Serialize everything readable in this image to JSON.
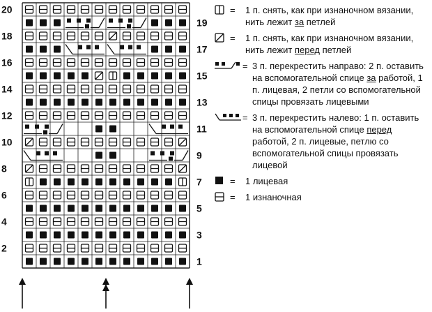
{
  "chart_data": {
    "type": "knitting-chart",
    "columns": 12,
    "rows_count": 20,
    "left_row_numbers": [
      "20",
      "18",
      "16",
      "14",
      "12",
      "10",
      "8",
      "6",
      "4",
      "2"
    ],
    "right_row_numbers": [
      "19",
      "17",
      "15",
      "13",
      "11",
      "9",
      "7",
      "5",
      "3",
      "1"
    ],
    "rows_top_to_bottom": [
      "PPPPPPPPPPPP",
      "KKKCCCCCCKKK",
      "PPPPPPSPPPPP",
      "KKKCCCCCCKKK",
      "PPPPPPPPPPPP",
      "KKKKKSIKKKKK",
      "PPPPPPPPPPPP",
      "KKKKKKKKKKKK",
      "PPPPPPPPPPPP",
      "DDDDDKKDDDDD",
      "SPPPPPPPPPPS",
      "EEEEEKKEEEEE",
      "SPPPPPPPPPPS",
      "IKKKKKKKKKKI",
      "PPPPPPPPPPPP",
      "KKKKKKKKKKKK",
      "PPPPPPPPPPPP",
      "KKKKKKKKKKKK",
      "PPPPPPPPPPPP",
      "KKKKKKKKKKKK"
    ],
    "cable_spans": [
      {
        "row_index": 1,
        "start": 3,
        "len": 3,
        "dir": "right"
      },
      {
        "row_index": 1,
        "start": 6,
        "len": 3,
        "dir": "right"
      },
      {
        "row_index": 3,
        "start": 3,
        "len": 3,
        "dir": "left"
      },
      {
        "row_index": 3,
        "start": 6,
        "len": 3,
        "dir": "left"
      },
      {
        "row_index": 9,
        "start": 0,
        "len": 3,
        "dir": "right"
      },
      {
        "row_index": 9,
        "start": 9,
        "len": 3,
        "dir": "left"
      },
      {
        "row_index": 11,
        "start": 0,
        "len": 3,
        "dir": "left"
      },
      {
        "row_index": 11,
        "start": 9,
        "len": 3,
        "dir": "right"
      }
    ],
    "arrows": [
      {
        "col_boundary": 0,
        "double": false
      },
      {
        "col_boundary": 6,
        "double": true
      },
      {
        "col_boundary": 12,
        "double": false
      }
    ]
  },
  "legend": {
    "items": [
      {
        "symbol": "slip-back",
        "eq": "=",
        "text_html": "1 п. снять, как при изнаночном вязании, нить лежит <u>за</u> петлей"
      },
      {
        "symbol": "slip-front",
        "eq": "=",
        "text_html": "1 п. снять, как при изнаночном вязании, нить лежит <u>перед</u> петлей"
      },
      {
        "symbol": "cross-right",
        "eq": "=",
        "text_html": "3 п. перекрестить направо: 2 п. оставить на вспомогательной спице <u>за</u> работой, 1 п. лицевая, 2 петли со вспомогательной спицы провязать лицевыми"
      },
      {
        "symbol": "cross-left",
        "eq": "=",
        "text_html": "3 п. перекрестить налево: 1 п. оставить на вспомогательной спице <u>перед</u> работой, 2 п. лицевые, петлю со вспомогательной спицы провязать лицевой"
      },
      {
        "symbol": "knit",
        "eq": "=",
        "text_html": "1 лицевая"
      },
      {
        "symbol": "purl",
        "eq": "=",
        "text_html": "1 изнаночная"
      }
    ]
  }
}
